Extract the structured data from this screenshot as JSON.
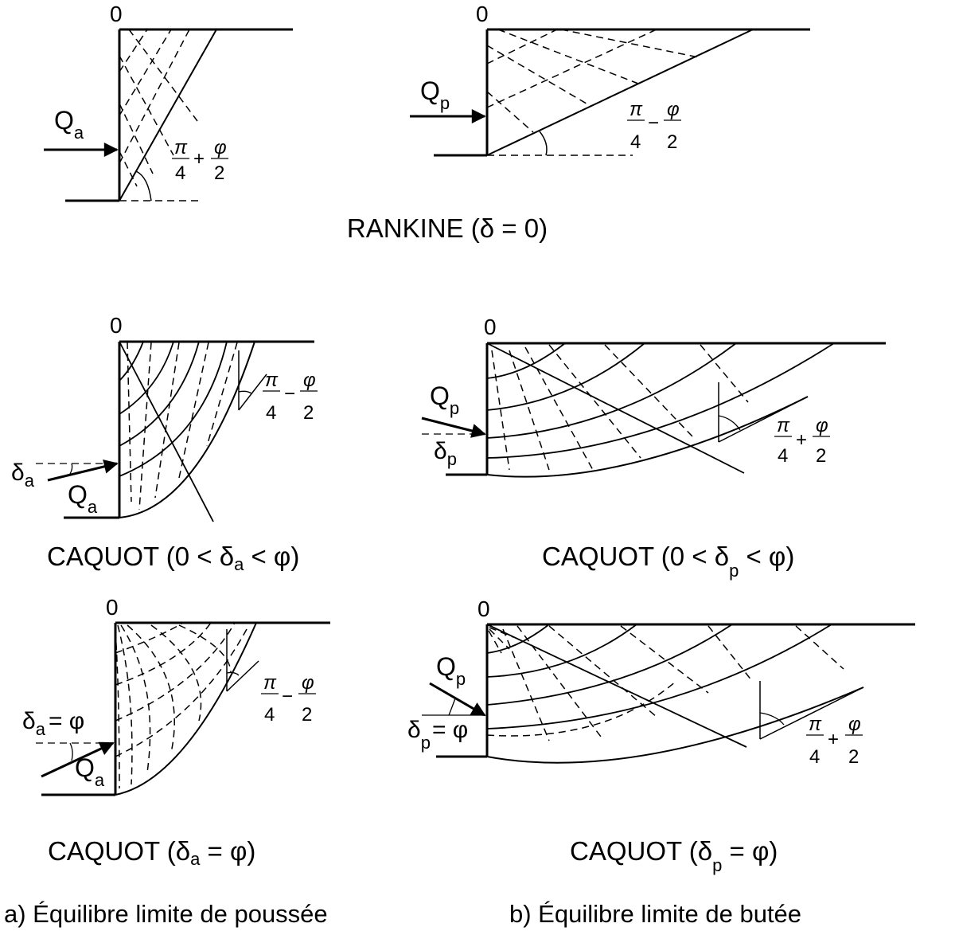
{
  "origin_label": "0",
  "force": {
    "Q": "Q",
    "sub_a": "a",
    "sub_p": "p",
    "delta": "δ"
  },
  "angles": {
    "active": {
      "num1": "π",
      "den1": "4",
      "op": "+",
      "num2": "φ",
      "den2": "2"
    },
    "passive": {
      "num1": "π",
      "den1": "4",
      "op": "−",
      "num2": "φ",
      "den2": "2"
    }
  },
  "panel_labels": {
    "eq_phi": "= φ"
  },
  "titles": {
    "rankine": "RANKINE (δ = 0)",
    "caquot_a_pre": "CAQUOT (0 < δ",
    "caquot_a_post": " < φ)",
    "caquot_p_pre": "CAQUOT (0 < δ",
    "caquot_p_post": " < φ)",
    "caquot_a_eq_pre": "CAQUOT (δ",
    "caquot_a_eq_post": " = φ)",
    "caquot_p_eq_pre": "CAQUOT (δ",
    "caquot_p_eq_post": " = φ)",
    "sub_a": "a",
    "sub_p": "p"
  },
  "footer": {
    "left": "a) Équilibre limite de poussée",
    "right": "b) Équilibre limite de butée"
  }
}
